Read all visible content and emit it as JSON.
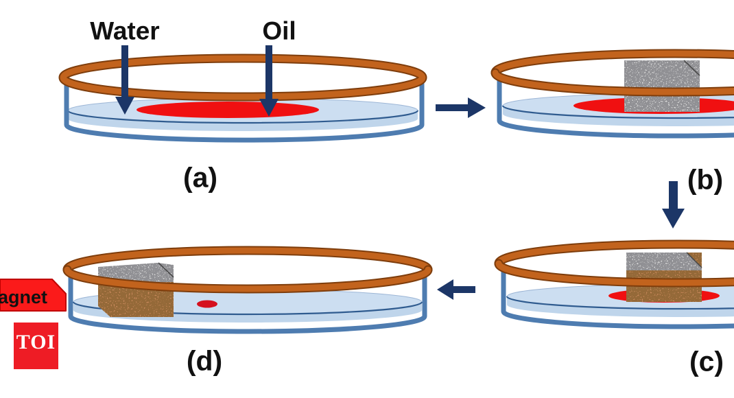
{
  "diagram": {
    "labels": {
      "water": "Water",
      "oil": "Oil"
    },
    "captions": {
      "a": "(a)",
      "b": "(b)",
      "c": "(c)",
      "d": "(d)"
    },
    "magnet_label": "agnet",
    "watermark": "TOI",
    "icons": {
      "flow_arrow_right": "flow-arrow-a-to-b",
      "flow_arrow_down": "flow-arrow-b-to-c",
      "flow_arrow_left": "flow-arrow-c-to-d",
      "water_pointer": "water-pointer-arrow",
      "oil_pointer": "oil-pointer-arrow"
    },
    "colors": {
      "ring": "#C2631D",
      "ring_edge": "#7E3D0C",
      "wall": "#4E7CB0",
      "water_top": "#CCDEF1",
      "water_side": "#BFD5EB",
      "waterline": "#2F5B8F",
      "oil": "#F01011",
      "oil_dot": "#D5101E",
      "arrow": "#1C3667",
      "sponge_gray": "#D8D8D8",
      "sponge_brown": "#C9895C",
      "magnet": "#FB1A1A",
      "magnet_edge": "#C00000",
      "watermark_bg": "#EE1C25",
      "text": "#111111"
    }
  }
}
